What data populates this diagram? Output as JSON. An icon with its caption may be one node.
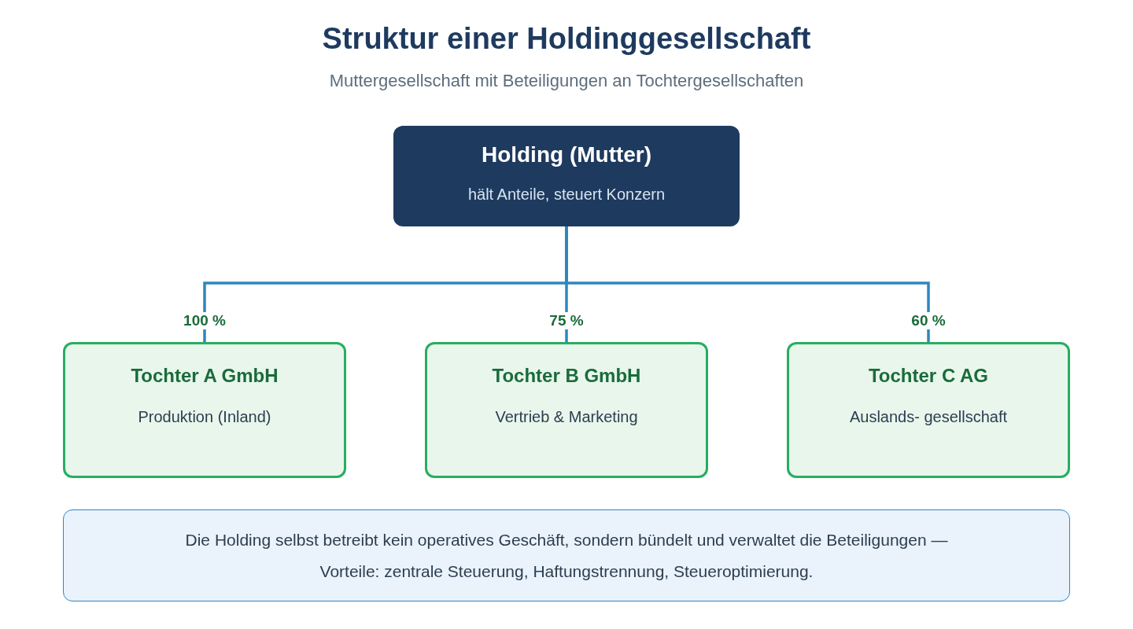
{
  "diagram": {
    "title": "Struktur einer Holdinggesellschaft",
    "caption": "Muttergesellschaft mit Beteiligungen an Tochtergesellschaften",
    "nodes": [
      {
        "text": [
          "Holding (Mutter)",
          "hält Anteile, steuert Konzern"
        ]
      },
      {
        "text": [
          "Tochter A GmbH",
          "Produktion (Inland)"
        ]
      },
      {
        "text": [
          "Tochter B GmbH",
          "Vertrieb & Marketing"
        ]
      },
      {
        "text": [
          "Tochter C AG",
          "Auslands- gesellschaft"
        ]
      },
      {
        "text": [
          "Die Holding selbst betreibt kein operatives Geschäft, sondern bündelt und verwaltet die Beteiligungen — Vorteile: zentrale Steuerung, Haftungstrennung, Steueroptimierung."
        ]
      }
    ],
    "edges": [
      {
        "from": 0,
        "to": 1,
        "arrow": "none",
        "label": "100 %"
      },
      {
        "from": 0,
        "to": 2,
        "arrow": "none",
        "label": "75 %"
      },
      {
        "from": 0,
        "to": 3,
        "arrow": "none",
        "label": "60 %"
      }
    ]
  }
}
